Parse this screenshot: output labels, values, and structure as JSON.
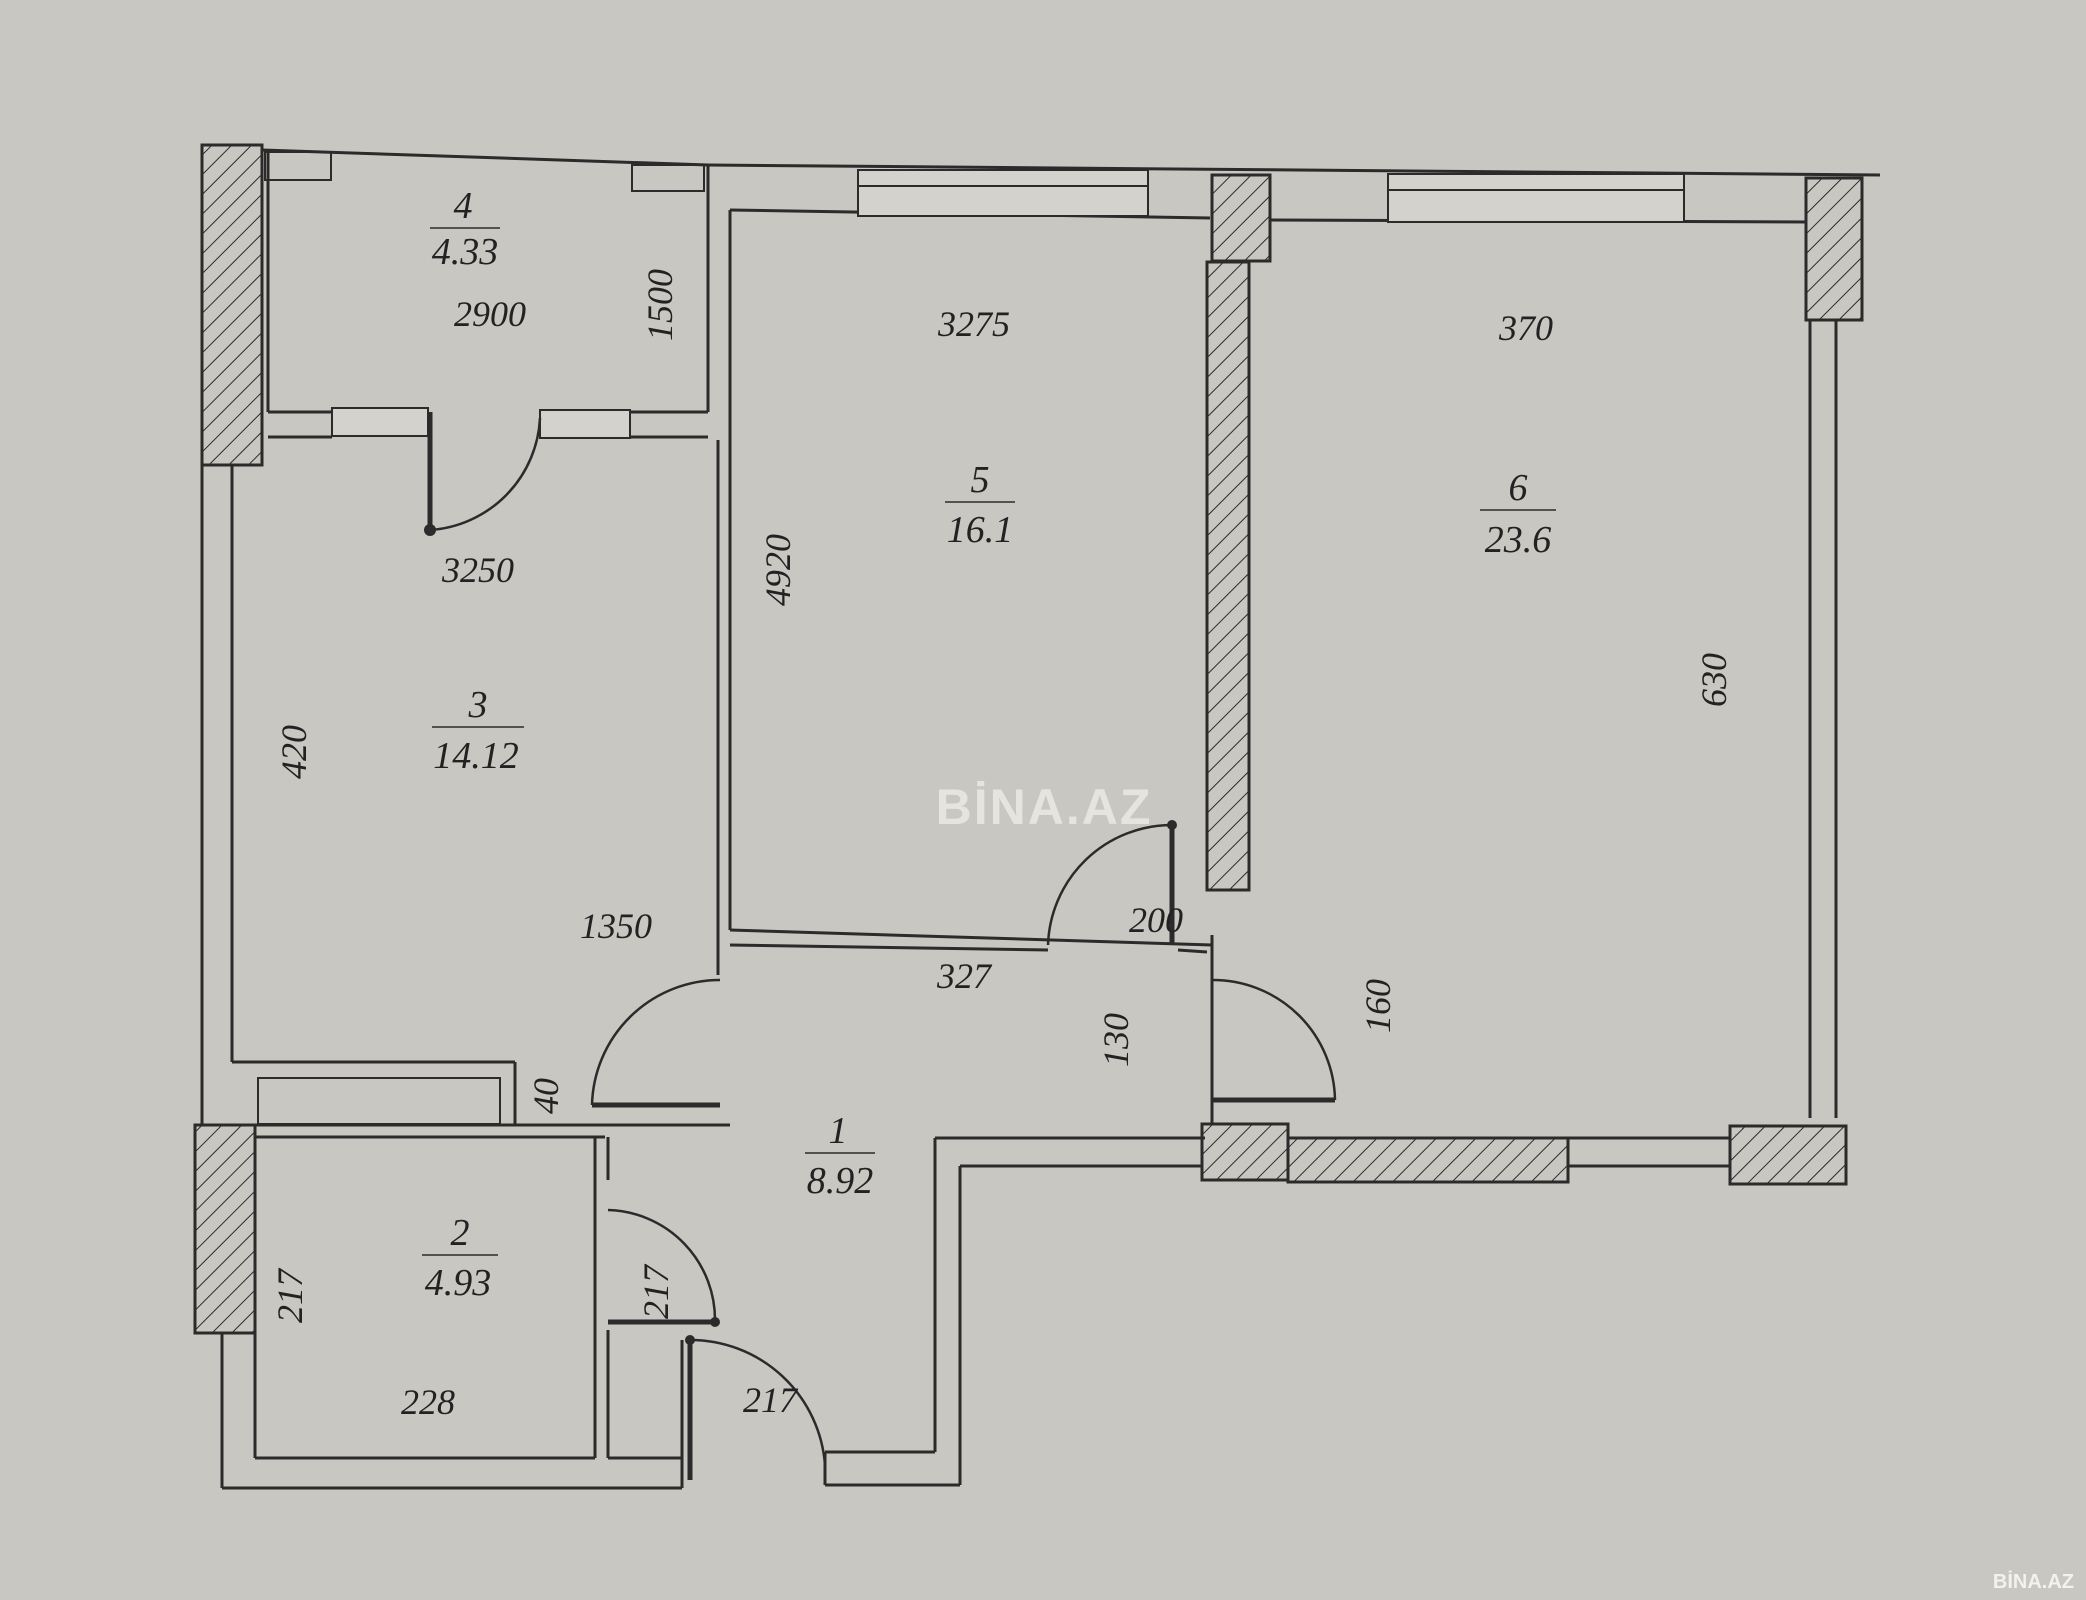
{
  "rooms": [
    {
      "id": "1",
      "area": "8.92"
    },
    {
      "id": "2",
      "area": "4.93"
    },
    {
      "id": "3",
      "area": "14.12"
    },
    {
      "id": "4",
      "area": "4.33"
    },
    {
      "id": "5",
      "area": "16.1"
    },
    {
      "id": "6",
      "area": "23.6"
    }
  ],
  "dimensions": {
    "r4_width": "2900",
    "r4_height": "1500",
    "r3_top": "3250",
    "r3_side": "420",
    "r3_inner": "1350",
    "r3_small": "40",
    "r5_top": "3275",
    "r5_side": "4920",
    "r5_door": "200",
    "r6_top": "370",
    "r6_side": "630",
    "r6_door": "160",
    "hall_width": "327",
    "hall_height": "130",
    "r2_side": "217",
    "r2_bottom": "228",
    "r2_door": "217",
    "entry_door": "217"
  },
  "watermark": {
    "center": "BİNA.AZ",
    "corner": "BİNA.AZ"
  }
}
